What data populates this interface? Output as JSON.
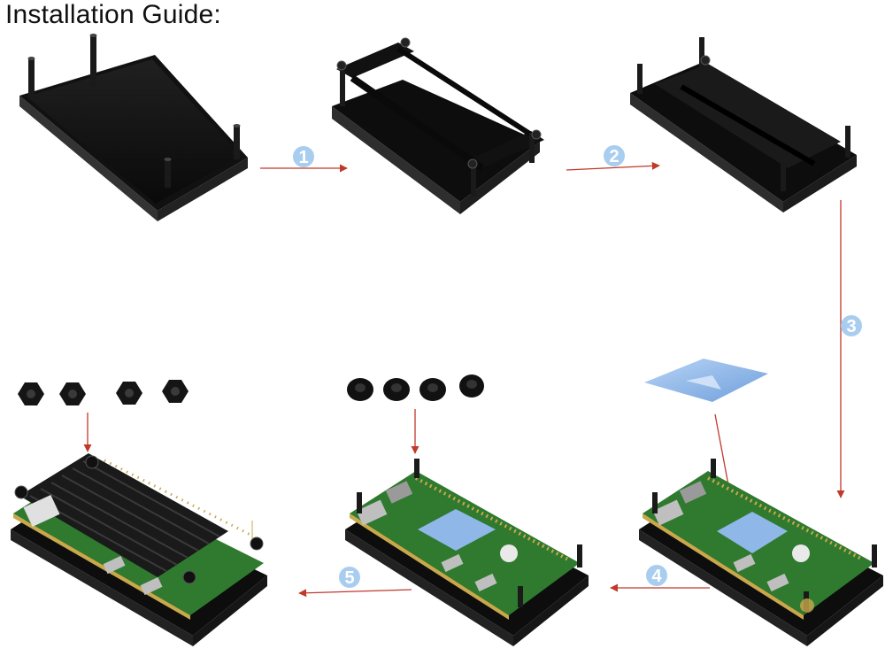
{
  "title": "Installation Guide:",
  "steps": [
    {
      "number": "1"
    },
    {
      "number": "2"
    },
    {
      "number": "3"
    },
    {
      "number": "4"
    },
    {
      "number": "5"
    }
  ],
  "colors": {
    "acrylic": "#0d0d0d",
    "acrylic_edge": "#2a2a2a",
    "arrow": "#c0392b",
    "step_circle": "#a9cdef",
    "pcb_green": "#2f7a2f",
    "thermal_pad": "#8fb8e8",
    "heatsink": "#1a1a1a",
    "gold": "#c9a84c",
    "silver": "#bfbfbf"
  },
  "icons": [
    "arrow-right-icon",
    "arrow-down-icon",
    "arrow-left-icon",
    "nut-icon",
    "spacer-icon",
    "raspberry-logo-icon"
  ]
}
